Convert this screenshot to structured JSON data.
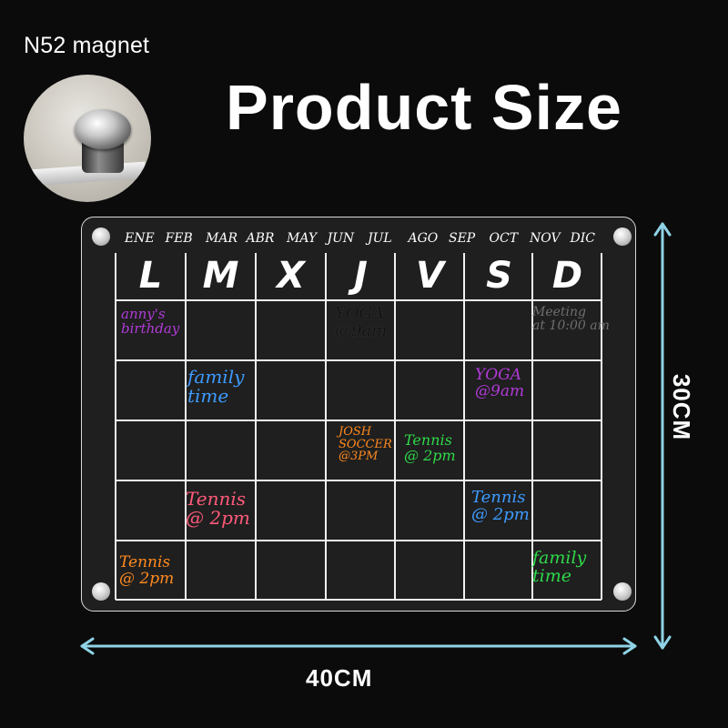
{
  "magnet_label": "N52 magnet",
  "title": "Product Size",
  "months": [
    "ENE",
    "FEB",
    "MAR",
    "ABR",
    "MAY",
    "JUN",
    "JUL",
    "AGO",
    "SEP",
    "OCT",
    "NOV",
    "DIC"
  ],
  "days": [
    "L",
    "M",
    "X",
    "J",
    "V",
    "S",
    "D"
  ],
  "notes": [
    {
      "lines": [
        "anny's",
        "birthday"
      ],
      "color": "#b13ad8"
    },
    {
      "lines": [
        "YOGA",
        "@9am"
      ],
      "color": "#111111"
    },
    {
      "lines": [
        "Meeting",
        "at 10:00 am"
      ],
      "color": "#6e6e6e"
    },
    {
      "lines": [
        "family",
        "time"
      ],
      "color": "#3d9bff"
    },
    {
      "lines": [
        "YOGA",
        "@9am"
      ],
      "color": "#b13ad8"
    },
    {
      "lines": [
        "JOSH",
        "SOCCER",
        "@3PM"
      ],
      "color": "#ff8a1e"
    },
    {
      "lines": [
        "Tennis",
        "@ 2pm"
      ],
      "color": "#2fd94a"
    },
    {
      "lines": [
        "Tennis",
        "@ 2pm"
      ],
      "color": "#ff5a7a"
    },
    {
      "lines": [
        "Tennis",
        "@ 2pm"
      ],
      "color": "#3d9bff"
    },
    {
      "lines": [
        "Tennis",
        "@ 2pm"
      ],
      "color": "#ff8a1e"
    },
    {
      "lines": [
        "family",
        "time"
      ],
      "color": "#2fd94a"
    }
  ],
  "dimensions": {
    "height": "30CM",
    "width": "40CM"
  },
  "colors": {
    "background": "#0b0b0b",
    "arrow": "#8fd3e6",
    "grid": "#f0f0f0"
  }
}
